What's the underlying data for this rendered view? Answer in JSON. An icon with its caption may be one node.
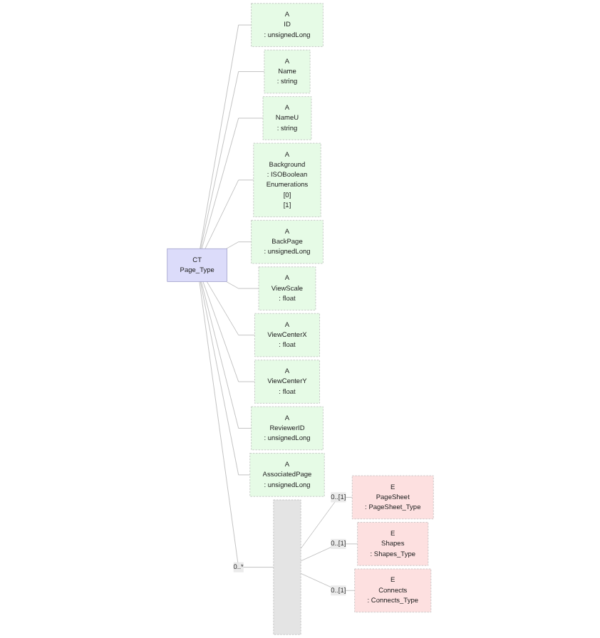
{
  "diagram": {
    "nodes": [
      {
        "text": [
          "CT",
          "Page_Type"
        ]
      },
      {
        "text": [
          "A",
          "ID",
          ": unsignedLong"
        ]
      },
      {
        "text": [
          "A",
          "Name",
          ": string"
        ]
      },
      {
        "text": [
          "A",
          "NameU",
          ": string"
        ]
      },
      {
        "text": [
          "A",
          "Background",
          ": ISOBoolean",
          "Enumerations",
          "[0]",
          "[1]"
        ]
      },
      {
        "text": [
          "A",
          "BackPage",
          ": unsignedLong"
        ]
      },
      {
        "text": [
          "A",
          "ViewScale",
          ": float"
        ]
      },
      {
        "text": [
          "A",
          "ViewCenterX",
          ": float"
        ]
      },
      {
        "text": [
          "A",
          "ViewCenterY",
          ": float"
        ]
      },
      {
        "text": [
          "A",
          "ReviewerID",
          ": unsignedLong"
        ]
      },
      {
        "text": [
          "A",
          "AssociatedPage",
          ": unsignedLong"
        ]
      },
      {
        "text": [],
        "shape": "box"
      },
      {
        "text": [
          "E",
          "PageSheet",
          ": PageSheet_Type"
        ]
      },
      {
        "text": [
          "E",
          "Shapes",
          ": Shapes_Type"
        ]
      },
      {
        "text": [
          "E",
          "Connects",
          ": Connects_Type"
        ]
      }
    ],
    "edges": [
      {
        "from": 0,
        "to": 1,
        "arrow": "none"
      },
      {
        "from": 0,
        "to": 2,
        "arrow": "none"
      },
      {
        "from": 0,
        "to": 3,
        "arrow": "none"
      },
      {
        "from": 0,
        "to": 4,
        "arrow": "none"
      },
      {
        "from": 0,
        "to": 5,
        "arrow": "none"
      },
      {
        "from": 0,
        "to": 6,
        "arrow": "none"
      },
      {
        "from": 0,
        "to": 7,
        "arrow": "none"
      },
      {
        "from": 0,
        "to": 8,
        "arrow": "none"
      },
      {
        "from": 0,
        "to": 9,
        "arrow": "none"
      },
      {
        "from": 0,
        "to": 10,
        "arrow": "none"
      },
      {
        "from": 0,
        "to": 11,
        "label": "0..*",
        "arrow": "none"
      },
      {
        "from": 11,
        "to": 12,
        "label": "0..[1]",
        "arrow": "none"
      },
      {
        "from": 11,
        "to": 13,
        "label": "0..[1]",
        "arrow": "none"
      },
      {
        "from": 11,
        "to": 14,
        "label": "0..[1]",
        "arrow": "none"
      }
    ]
  }
}
